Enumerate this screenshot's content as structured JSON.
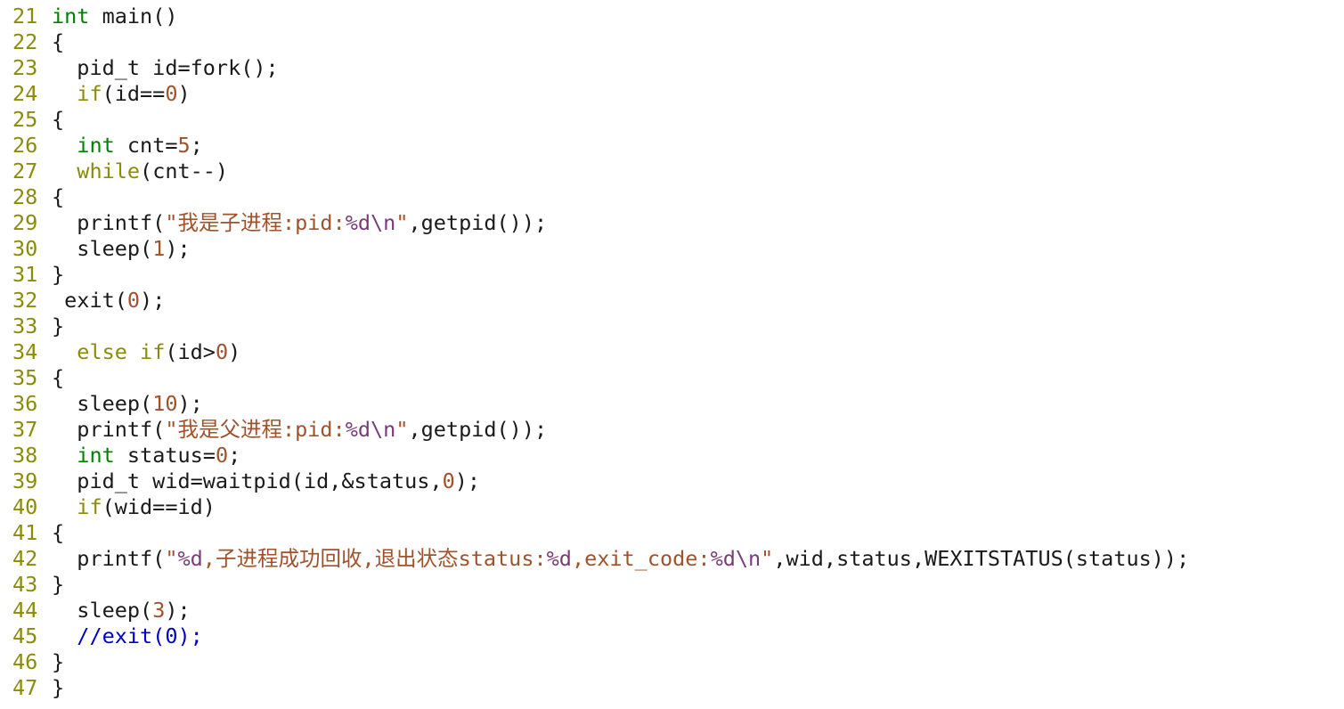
{
  "editor": {
    "colors": {
      "line_number": "#8b8b0a",
      "type_keyword": "#008000",
      "control_keyword": "#8b8b0a",
      "number": "#a0522d",
      "string": "#a0522d",
      "format_spec": "#7a3b7a",
      "comment": "#0000c8",
      "text": "#1a1a1a",
      "background": "#ffffff"
    },
    "lines": [
      {
        "num": "21",
        "tokens": [
          [
            "type",
            "int"
          ],
          [
            "plain",
            " main()"
          ]
        ]
      },
      {
        "num": "22",
        "tokens": [
          [
            "plain",
            "{"
          ]
        ]
      },
      {
        "num": "23",
        "tokens": [
          [
            "plain",
            "  pid_t id=fork();"
          ]
        ]
      },
      {
        "num": "24",
        "tokens": [
          [
            "plain",
            "  "
          ],
          [
            "kw",
            "if"
          ],
          [
            "plain",
            "(id=="
          ],
          [
            "num",
            "0"
          ],
          [
            "plain",
            ")"
          ]
        ]
      },
      {
        "num": "25",
        "tokens": [
          [
            "plain",
            "{"
          ]
        ]
      },
      {
        "num": "26",
        "tokens": [
          [
            "plain",
            "  "
          ],
          [
            "type",
            "int"
          ],
          [
            "plain",
            " cnt="
          ],
          [
            "num",
            "5"
          ],
          [
            "plain",
            ";"
          ]
        ]
      },
      {
        "num": "27",
        "tokens": [
          [
            "plain",
            "  "
          ],
          [
            "kw",
            "while"
          ],
          [
            "plain",
            "(cnt--)"
          ]
        ]
      },
      {
        "num": "28",
        "tokens": [
          [
            "plain",
            "{"
          ]
        ]
      },
      {
        "num": "29",
        "tokens": [
          [
            "plain",
            "  printf("
          ],
          [
            "str",
            "\"我是子进程:pid:"
          ],
          [
            "fmt",
            "%d\\n"
          ],
          [
            "str",
            "\""
          ],
          [
            "plain",
            ",getpid());"
          ]
        ]
      },
      {
        "num": "30",
        "tokens": [
          [
            "plain",
            "  sleep("
          ],
          [
            "num",
            "1"
          ],
          [
            "plain",
            ");"
          ]
        ]
      },
      {
        "num": "31",
        "tokens": [
          [
            "plain",
            "}"
          ]
        ]
      },
      {
        "num": "32",
        "tokens": [
          [
            "plain",
            " exit("
          ],
          [
            "num",
            "0"
          ],
          [
            "plain",
            ");"
          ]
        ]
      },
      {
        "num": "33",
        "tokens": [
          [
            "plain",
            "}"
          ]
        ]
      },
      {
        "num": "34",
        "tokens": [
          [
            "plain",
            "  "
          ],
          [
            "kw",
            "else"
          ],
          [
            "plain",
            " "
          ],
          [
            "kw",
            "if"
          ],
          [
            "plain",
            "(id>"
          ],
          [
            "num",
            "0"
          ],
          [
            "plain",
            ")"
          ]
        ]
      },
      {
        "num": "35",
        "tokens": [
          [
            "plain",
            "{"
          ]
        ]
      },
      {
        "num": "36",
        "tokens": [
          [
            "plain",
            "  sleep("
          ],
          [
            "num",
            "10"
          ],
          [
            "plain",
            ");"
          ]
        ]
      },
      {
        "num": "37",
        "tokens": [
          [
            "plain",
            "  printf("
          ],
          [
            "str",
            "\"我是父进程:pid:"
          ],
          [
            "fmt",
            "%d\\n"
          ],
          [
            "str",
            "\""
          ],
          [
            "plain",
            ",getpid());"
          ]
        ]
      },
      {
        "num": "38",
        "tokens": [
          [
            "plain",
            "  "
          ],
          [
            "type",
            "int"
          ],
          [
            "plain",
            " status="
          ],
          [
            "num",
            "0"
          ],
          [
            "plain",
            ";"
          ]
        ]
      },
      {
        "num": "39",
        "tokens": [
          [
            "plain",
            "  pid_t wid=waitpid(id,&status,"
          ],
          [
            "num",
            "0"
          ],
          [
            "plain",
            ");"
          ]
        ]
      },
      {
        "num": "40",
        "tokens": [
          [
            "plain",
            "  "
          ],
          [
            "kw",
            "if"
          ],
          [
            "plain",
            "(wid==id)"
          ]
        ]
      },
      {
        "num": "41",
        "tokens": [
          [
            "plain",
            "{"
          ]
        ]
      },
      {
        "num": "42",
        "tokens": [
          [
            "plain",
            "  printf("
          ],
          [
            "str",
            "\""
          ],
          [
            "fmt",
            "%d"
          ],
          [
            "str",
            ",子进程成功回收,退出状态status:"
          ],
          [
            "fmt",
            "%d"
          ],
          [
            "str",
            ",exit_code:"
          ],
          [
            "fmt",
            "%d\\n"
          ],
          [
            "str",
            "\""
          ],
          [
            "plain",
            ",wid,status,WEXITSTATUS(status));"
          ]
        ]
      },
      {
        "num": "43",
        "tokens": [
          [
            "plain",
            "}"
          ]
        ]
      },
      {
        "num": "44",
        "tokens": [
          [
            "plain",
            "  sleep("
          ],
          [
            "num",
            "3"
          ],
          [
            "plain",
            ");"
          ]
        ]
      },
      {
        "num": "45",
        "tokens": [
          [
            "plain",
            "  "
          ],
          [
            "comment",
            "//exit(0);"
          ]
        ]
      },
      {
        "num": "46",
        "tokens": [
          [
            "plain",
            "}"
          ]
        ]
      },
      {
        "num": "47",
        "tokens": [
          [
            "plain",
            "}"
          ]
        ]
      }
    ]
  }
}
